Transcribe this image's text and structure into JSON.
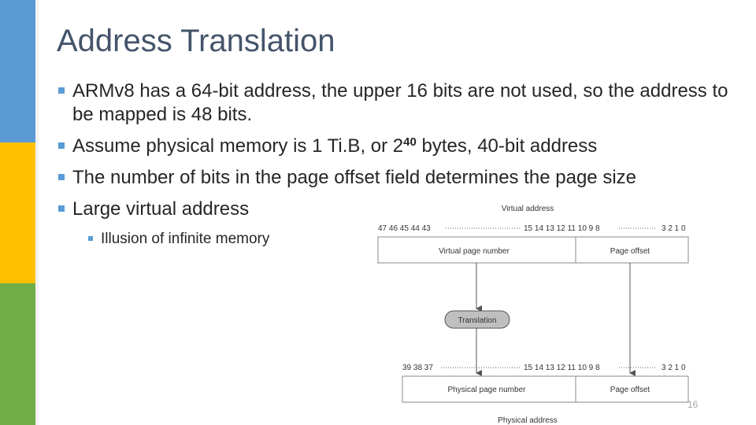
{
  "slide": {
    "title": "Address Translation",
    "bullets": [
      "ARMv8 has a 64-bit address, the upper 16 bits are not used, so the address to be mapped is 48 bits.",
      "Assume physical memory is 1 Ti.B, or 2",
      "The number of bits in the page offset field determines the page size",
      "Large virtual address"
    ],
    "bullet2_exponent": "40",
    "bullet2_tail": " bytes, 40-bit address",
    "sub_bullet": "Illusion of infinite memory",
    "page_number": "16"
  },
  "diagram": {
    "virtual_address_label": "Virtual address",
    "virtual_high_bits": "47 46 45 44 43",
    "virtual_mid_bits": "15 14 13 12 11 10 9 8",
    "virtual_low_bits": "3 2 1 0",
    "virtual_page_number": "Virtual page number",
    "page_offset_top": "Page offset",
    "translation": "Translation",
    "physical_high_bits": "39 38 37",
    "physical_mid_bits": "15 14 13 12 11 10 9 8",
    "physical_low_bits": "3 2 1 0",
    "physical_page_number": "Physical page number",
    "page_offset_bottom": "Page offset",
    "physical_address_label": "Physical address"
  }
}
